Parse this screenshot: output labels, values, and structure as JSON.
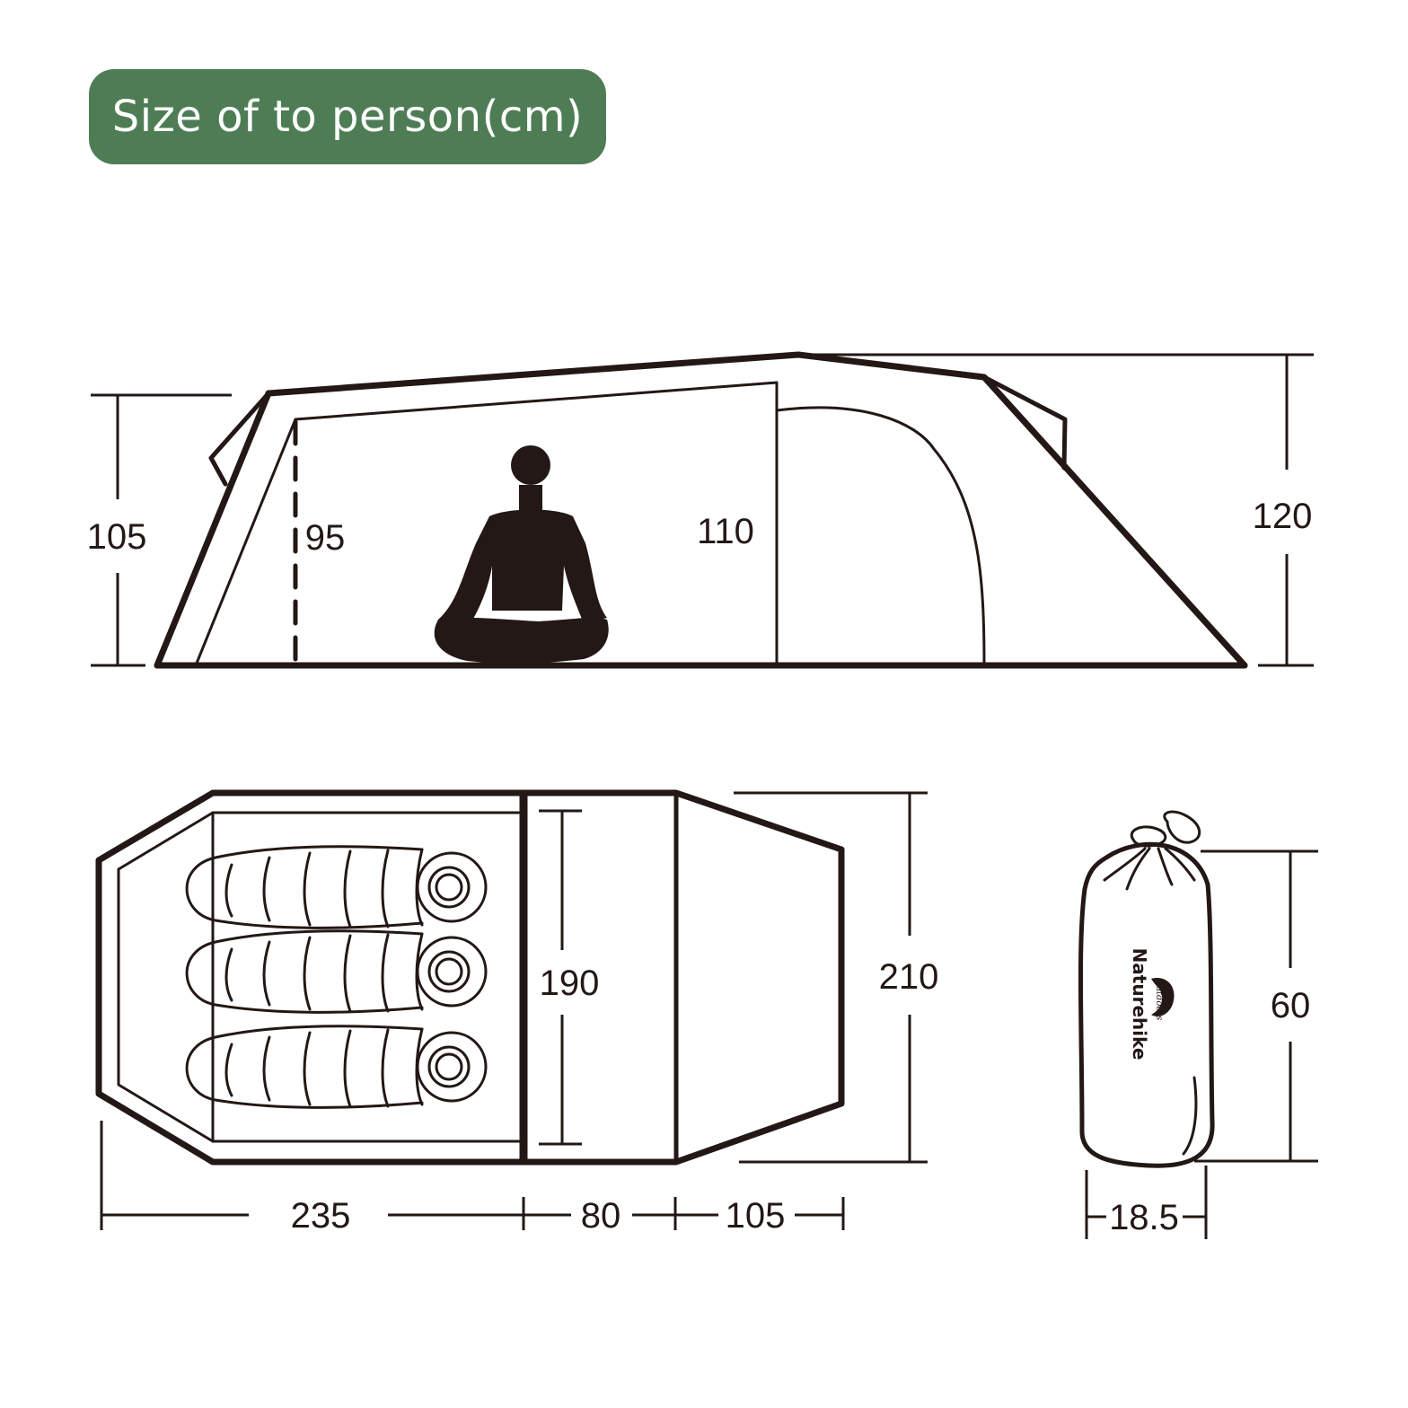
{
  "title": "Size of to person(cm)",
  "colors": {
    "badge": "#4e7d55",
    "ink": "#231815",
    "background": "#ffffff"
  },
  "side_view": {
    "dims": {
      "front_height": "105",
      "inner_height": "95",
      "middle_height": "110",
      "total_height": "120"
    }
  },
  "top_view": {
    "dims": {
      "inner_length": "190",
      "total_width": "210",
      "inner_width": "235",
      "vestibule_mid": "80",
      "vestibule_end": "105"
    },
    "sleeping_bags": 3
  },
  "pack_bag": {
    "brand": "Naturehike",
    "brand_sub": "outdoors",
    "dims": {
      "height": "60",
      "diameter": "18.5"
    }
  }
}
